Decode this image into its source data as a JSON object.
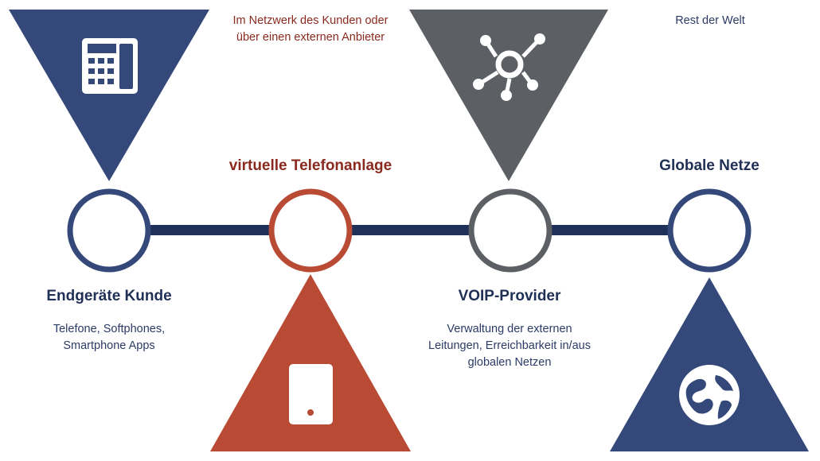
{
  "colors": {
    "navy": "#34497a",
    "navy_dark": "#1f3158",
    "red": "#b94a34",
    "gray": "#5c5f64",
    "white": "#ffffff"
  },
  "nodes": [
    {
      "id": "endgeraete",
      "title": "Endgeräte Kunde",
      "description": [
        "Telefone, Softphones,",
        "Smartphone Apps"
      ],
      "icon": "desk-phone-icon"
    },
    {
      "id": "telefonanlage",
      "title": "virtuelle Telefonanlage",
      "description": [
        "Im Netzwerk des Kunden oder",
        "über einen externen Anbieter"
      ],
      "icon": "tablet-icon"
    },
    {
      "id": "voip",
      "title": "VOIP-Provider",
      "description": [
        "Verwaltung der externen",
        "Leitungen, Erreichbarkeit in/aus",
        "globalen Netzen"
      ],
      "icon": "network-hub-icon"
    },
    {
      "id": "global",
      "title": "Globale Netze",
      "description": [
        "Rest der Welt"
      ],
      "icon": "globe-icon"
    }
  ]
}
